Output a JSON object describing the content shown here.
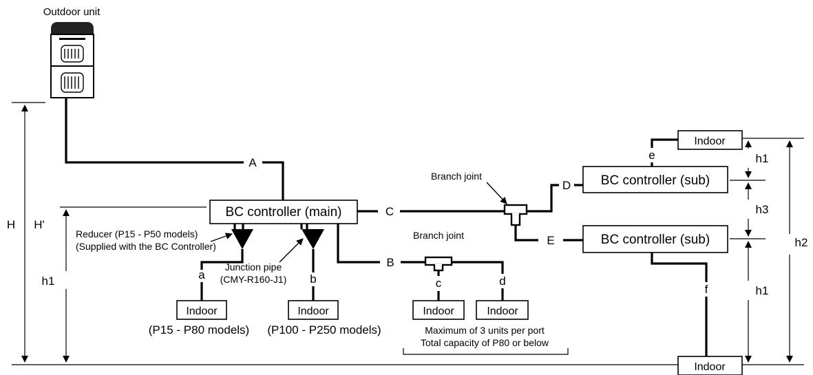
{
  "outdoor_unit": {
    "label": "Outdoor unit"
  },
  "bc_main": {
    "label": "BC controller (main)"
  },
  "bc_sub_upper": {
    "label": "BC controller (sub)"
  },
  "bc_sub_lower": {
    "label": "BC controller (sub)"
  },
  "indoor_label": "Indoor",
  "pipe_labels": {
    "A": "A",
    "B": "B",
    "C": "C",
    "D": "D",
    "E": "E",
    "a": "a",
    "b": "b",
    "c": "c",
    "d": "d",
    "e": "e",
    "f": "f"
  },
  "height_labels": {
    "H": "H",
    "H_prime": "H'",
    "h1_left": "h1",
    "h1_upper": "h1",
    "h1_lower": "h1",
    "h2": "h2",
    "h3": "h3"
  },
  "reducer_note": {
    "line1": "Reducer (P15 - P50 models)",
    "line2": "(Supplied with the BC Controller)"
  },
  "junction_pipe_note": {
    "line1": "Junction pipe",
    "line2": "(CMY-R160-J1)"
  },
  "branch_joint_upper": "Branch joint",
  "branch_joint_lower": "Branch joint",
  "model_note_a": "(P15 - P80 models)",
  "model_note_b": "(P100 - P250 models)",
  "port_note": {
    "line1": "Maximum of 3 units per port",
    "line2": "Total capacity of P80 or below"
  }
}
